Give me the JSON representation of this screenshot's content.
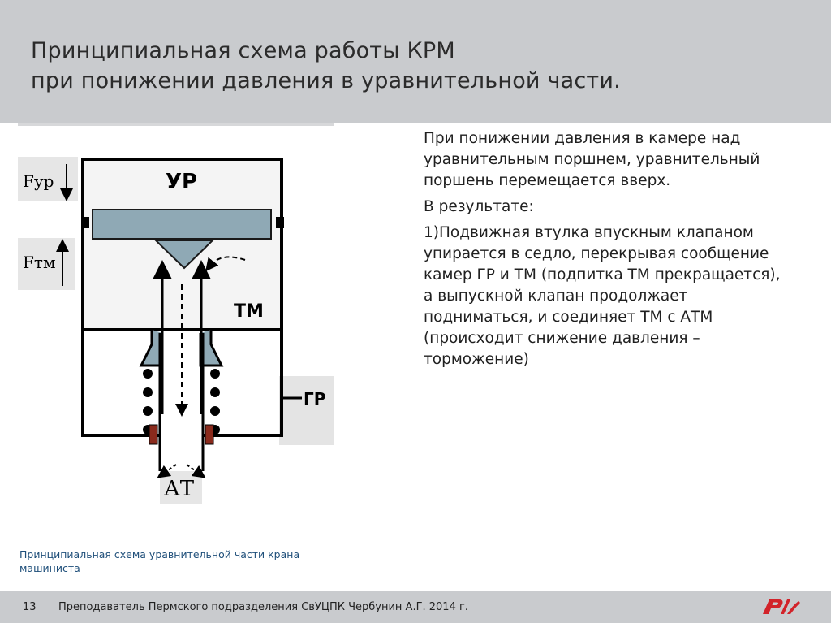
{
  "header": {
    "title_line1": "Принципиальная схема работы КРМ",
    "title_line2": "при понижении давления в уравнительной части."
  },
  "diagram": {
    "labels": {
      "f_ur": "Fур",
      "f_tm": "Fтм",
      "ur": "УР",
      "tm": "ТМ",
      "gr": "ГР",
      "at": "АТ"
    }
  },
  "caption": "Принципиальная схема уравнительной части крана машиниста",
  "text": {
    "p1": "При понижении давления в камере над уравнительным поршнем, уравнительный поршень перемещается вверх.",
    "p2": "В результате:",
    "p3": "1)Подвижная втулка впускным клапаном упирается в седло, перекрывая сообщение камер ГР и ТМ (подпитка ТМ прекращается), а выпускной клапан продолжает подниматься, и соединяет ТМ с АТМ (происходит снижение давления – торможение)"
  },
  "footer": {
    "page_number": "13",
    "author": "Преподаватель Пермского подразделения СвУЦПК Чербунин А.Г. 2014 г.",
    "logo_text": "РЖД"
  },
  "colors": {
    "header_bg": "#c9cbce",
    "piston": "#8fa9b5",
    "seal": "#8a2a1c",
    "logo": "#d2232a",
    "caption": "#1f4f7a"
  }
}
